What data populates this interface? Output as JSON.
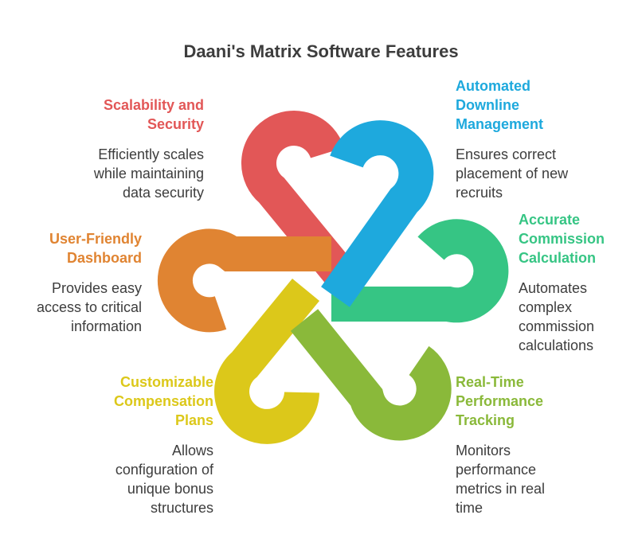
{
  "title": "Daani's Matrix Software Features",
  "features": [
    {
      "id": "scalability",
      "color": "#e25757",
      "heading": [
        "Scalability and",
        "Security"
      ],
      "description": [
        "Efficiently scales",
        "while maintaining",
        "data security"
      ]
    },
    {
      "id": "downline",
      "color": "#1ea9dd",
      "heading": [
        "Automated",
        "Downline",
        "Management"
      ],
      "description": [
        "Ensures correct",
        "placement of new",
        "recruits"
      ]
    },
    {
      "id": "dashboard",
      "color": "#e08432",
      "heading": [
        "User-Friendly",
        "Dashboard"
      ],
      "description": [
        "Provides easy",
        "access to critical",
        "information"
      ]
    },
    {
      "id": "commission",
      "color": "#36c584",
      "heading": [
        "Accurate",
        "Commission",
        "Calculation"
      ],
      "description": [
        "Automates",
        "complex",
        "commission",
        "calculations"
      ]
    },
    {
      "id": "compensation",
      "color": "#dcc81a",
      "heading": [
        "Customizable",
        "Compensation",
        "Plans"
      ],
      "description": [
        "Allows",
        "configuration of",
        "unique bonus",
        "structures"
      ]
    },
    {
      "id": "tracking",
      "color": "#8ab93a",
      "heading": [
        "Real-Time",
        "Performance",
        "Tracking"
      ],
      "description": [
        "Monitors",
        "performance",
        "metrics in real",
        "time"
      ]
    }
  ]
}
